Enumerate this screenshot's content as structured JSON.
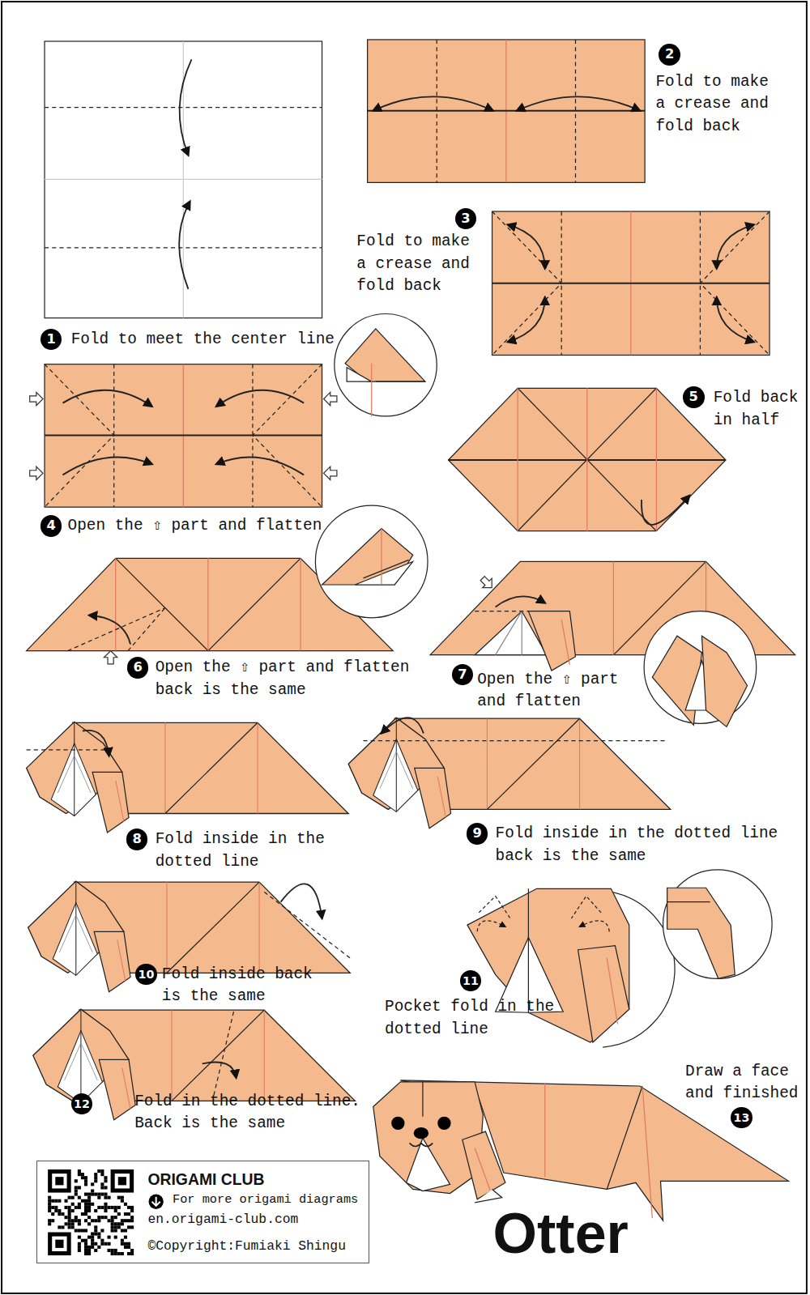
{
  "diagram": {
    "title": "Otter",
    "nodes": [
      {
        "text": [
          "ORIGAMI CLUB",
          "For more origami diagrams",
          "en.origami-club.com",
          "©Copyright:Fumiaki Shingu"
        ]
      }
    ],
    "labels": [
      "1",
      "Fold to meet the center line",
      "2",
      "Fold to make a crease and fold back",
      "3",
      "Fold to make a crease and fold back",
      "4",
      "Open the ⇧ part and flatten",
      "5",
      "Fold back in half",
      "6",
      "Open the ⇧ part and flatten back is the same",
      "7",
      "Open the ⇧ part and flatten",
      "8",
      "Fold inside in the dotted line",
      "9",
      "Fold inside in the dotted line back is the same",
      "10",
      "Fold inside back is the same",
      "11",
      "Pocket fold in the dotted line",
      "12",
      "Fold in the dotted line. Back is the same",
      "13",
      "Draw a face and finished"
    ]
  }
}
